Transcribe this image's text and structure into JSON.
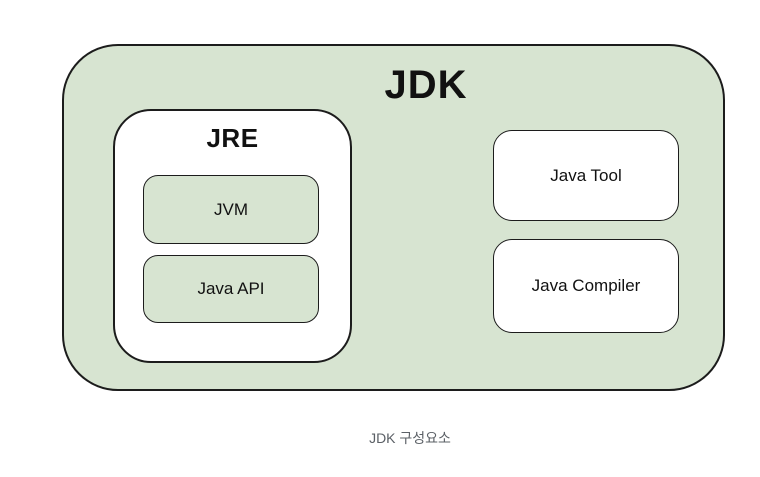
{
  "diagram": {
    "jdk_label": "JDK",
    "jre_label": "JRE",
    "jvm_label": "JVM",
    "java_api_label": "Java API",
    "java_tool_label": "Java Tool",
    "java_compiler_label": "Java Compiler",
    "caption": "JDK 구성요소"
  },
  "colors": {
    "container_fill": "#d7e4d1",
    "card_fill": "#ffffff",
    "border": "#1c1c1c",
    "title_text": "#111111",
    "caption_text": "#5b6066",
    "background": "#ffffff"
  }
}
